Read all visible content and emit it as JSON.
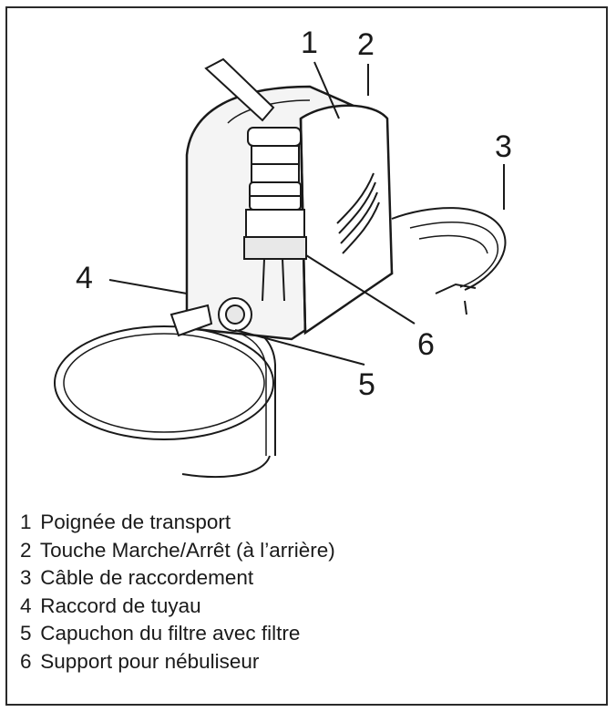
{
  "figure": {
    "callouts": [
      {
        "number": "1",
        "target": "carry-handle"
      },
      {
        "number": "2",
        "target": "on-off-switch"
      },
      {
        "number": "3",
        "target": "power-cable"
      },
      {
        "number": "4",
        "target": "tube-connector"
      },
      {
        "number": "5",
        "target": "filter-cap"
      },
      {
        "number": "6",
        "target": "nebulizer-holder"
      }
    ],
    "colors": {
      "line": "#1a1a1a",
      "shade": "#e8e8e8",
      "body": "#f4f4f4"
    }
  },
  "legend": {
    "items": [
      {
        "number": "1",
        "label": "Poignée de transport"
      },
      {
        "number": "2",
        "label": "Touche Marche/Arrêt (à l’arrière)"
      },
      {
        "number": "3",
        "label": "Câble de raccordement"
      },
      {
        "number": "4",
        "label": "Raccord de tuyau"
      },
      {
        "number": "5",
        "label": "Capuchon du filtre avec filtre"
      },
      {
        "number": "6",
        "label": "Support pour nébuliseur"
      }
    ]
  }
}
